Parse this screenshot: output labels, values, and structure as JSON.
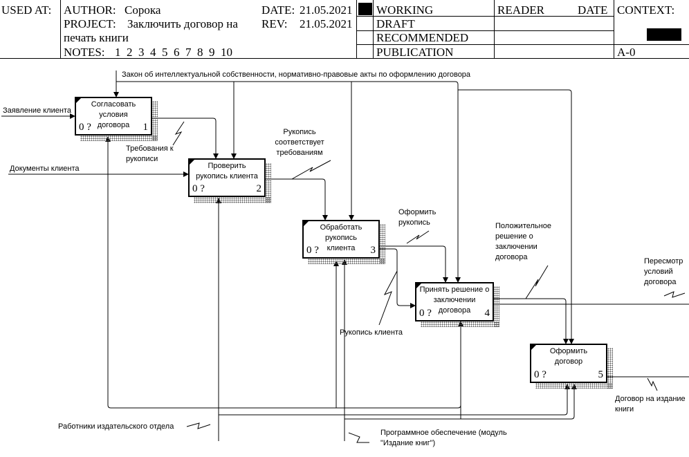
{
  "header": {
    "used_at_label": "USED AT:",
    "author_label": "AUTHOR:",
    "author": "Сорока",
    "project_label": "PROJECT:",
    "project": "Заключить договор на печать книги",
    "notes_label": "NOTES:",
    "notes": "1  2  3  4  5  6  7  8  9  10",
    "date_label": "DATE:",
    "date": "21.05.2021",
    "rev_label": "REV:",
    "rev": "21.05.2021",
    "status": [
      "WORKING",
      "DRAFT",
      "RECOMMENDED",
      "PUBLICATION"
    ],
    "status_selected": "WORKING",
    "reader_label": "READER",
    "reader_date_label": "DATE",
    "context_label": "CONTEXT:",
    "node": "A-0"
  },
  "boxes": [
    {
      "title": "Согласовать условия договора",
      "cost": "0 ?",
      "num": "1"
    },
    {
      "title": "Проверить рукопись клиента",
      "cost": "0 ?",
      "num": "2"
    },
    {
      "title": "Обработать рукопись клиента",
      "cost": "0 ?",
      "num": "3"
    },
    {
      "title": "Принять решение о заключении договора",
      "cost": "0 ?",
      "num": "4"
    },
    {
      "title": "Оформить договор",
      "cost": "0 ?",
      "num": "5"
    }
  ],
  "arrows": {
    "control_law": "Закон об интеллектуальной собственности, нормативно-правовые акты по оформлению договора",
    "input_application": "Заявление клиента",
    "input_documents": "Документы клиента",
    "requirements": "Требования к рукописи",
    "manuscript_ok": "Рукопись соответствует требованиям",
    "process_manuscript": "Оформить рукопись",
    "positive_decision": "Положительное решение о заключении договора",
    "revise_terms": "Пересмотр условий договора",
    "client_manuscript": "Рукопись клиента",
    "contract_output": "Договор на издание книги",
    "staff": "Работники издательского отдела",
    "software": "Программное обеспечение (модуль \"Издание книг\")"
  }
}
